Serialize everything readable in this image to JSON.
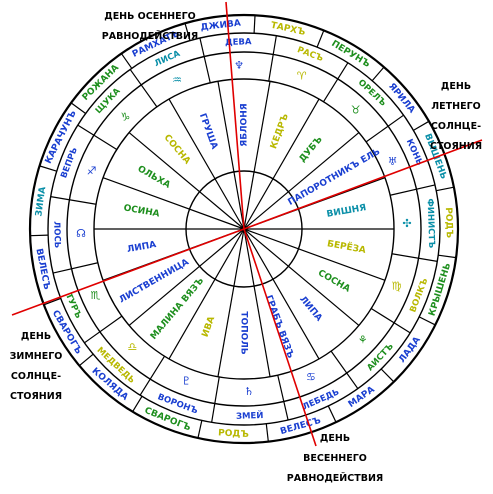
{
  "corner_labels": {
    "autumn": [
      "ДЕНЬ ОСЕННЕГО",
      "РАВНОДЕЙСТВИЯ"
    ],
    "summer": [
      "ДЕНЬ",
      "ЛЕТНЕГО",
      "СОЛНЦЕ-",
      "СТОЯНИЯ"
    ],
    "winter": [
      "ДЕНЬ",
      "ЗИМНЕГО",
      "СОЛНЦЕ-",
      "СТОЯНИЯ"
    ],
    "spring": [
      "ДЕНЬ",
      "ВЕСЕННЕГО",
      "РАВНОДЕЙСТВИЯ"
    ]
  },
  "outer_ring": [
    {
      "text": "ДЖИВА",
      "color": "#1a3fd1"
    },
    {
      "text": "ТАРХЪ",
      "color": "#b8b800"
    },
    {
      "text": "ПЕРУНЪ",
      "color": "#1e8f1e"
    },
    {
      "text": "ЯРИЛА",
      "color": "#1a3fd1"
    },
    {
      "text": "ВЫШЕНЬ",
      "color": "#0a8fa8"
    },
    {
      "text": "РОДЪ",
      "color": "#b8b800"
    },
    {
      "text": "КРЫШЕНЬ",
      "color": "#1e8f1e"
    },
    {
      "text": "ЛАДА",
      "color": "#1a3fd1"
    },
    {
      "text": "МАРА",
      "color": "#1a3fd1"
    },
    {
      "text": "ВЕЛЕСЪ",
      "color": "#1a3fd1"
    },
    {
      "text": "РОДЪ",
      "color": "#b8b800"
    },
    {
      "text": "СВАРОГЪ",
      "color": "#1e8f1e"
    },
    {
      "text": "КОЛЯДА",
      "color": "#1a3fd1"
    },
    {
      "text": "СВАРОГЪ",
      "color": "#1a3fd1"
    },
    {
      "text": "ВЕЛЕСЪ",
      "color": "#1a3fd1"
    },
    {
      "text": "ЗИМА",
      "color": "#0a8fa8"
    },
    {
      "text": "КАРАЧУНЪ",
      "color": "#1a3fd1"
    },
    {
      "text": "РОЖАНА",
      "color": "#1e8f1e"
    },
    {
      "text": "РАМХАТЪ",
      "color": "#1a3fd1"
    }
  ],
  "middle_ring": [
    {
      "text": "ДЕВА",
      "color": "#1a3fd1"
    },
    {
      "text": "РАСЪ",
      "color": "#b8b800"
    },
    {
      "text": "ОРЕЛЪ",
      "color": "#1e8f1e"
    },
    {
      "text": "КОНЬ",
      "color": "#1a3fd1"
    },
    {
      "text": "ФИНИСТЪ",
      "color": "#0a8fa8"
    },
    {
      "text": "ВОЛКЪ",
      "color": "#b8b800"
    },
    {
      "text": "АИСТЪ",
      "color": "#1e8f1e"
    },
    {
      "text": "ЛЕБЕДЬ",
      "color": "#1a3fd1"
    },
    {
      "text": "ЗМЕЙ",
      "color": "#1a3fd1"
    },
    {
      "text": "ВОРОНЪ",
      "color": "#1a3fd1"
    },
    {
      "text": "МЕДВЕДЬ",
      "color": "#b8b800"
    },
    {
      "text": "ТУРЪ",
      "color": "#1e8f1e"
    },
    {
      "text": "ЛОСЬ",
      "color": "#1a3fd1"
    },
    {
      "text": "ВЕПРЬ",
      "color": "#1a3fd1"
    },
    {
      "text": "ЩУКА",
      "color": "#1e8f1e"
    },
    {
      "text": "ЛИСА",
      "color": "#0a8fa8"
    }
  ],
  "inner_ring": [
    {
      "text": "ЯБЛОНЯ",
      "color": "#1a3fd1"
    },
    {
      "text": "КЕДРЪ",
      "color": "#b8b800"
    },
    {
      "text": "ДУБЪ",
      "color": "#1e8f1e"
    },
    {
      "text": "ПАПОРОТНИКЪ ЕЛЬ",
      "color": "#1a3fd1"
    },
    {
      "text": "ВИШНЯ",
      "color": "#0a8fa8"
    },
    {
      "text": "БЕРЁЗА",
      "color": "#b8b800"
    },
    {
      "text": "СОСНА",
      "color": "#1e8f1e"
    },
    {
      "text": "ЛИПА",
      "color": "#1a3fd1"
    },
    {
      "text": "ГРАБЪ ВЯЗЪ",
      "color": "#1a3fd1"
    },
    {
      "text": "ТОПОЛЬ",
      "color": "#1a3fd1"
    },
    {
      "text": "ИВА",
      "color": "#b8b800"
    },
    {
      "text": "МАЛИНА ВЯЗЪ",
      "color": "#1e8f1e"
    },
    {
      "text": "ЛИСТВЕННИЦА",
      "color": "#1a3fd1"
    },
    {
      "text": "ЛИПА",
      "color": "#1a3fd1"
    },
    {
      "text": "ОСИНА",
      "color": "#1e8f1e"
    },
    {
      "text": "ОЛЬХА",
      "color": "#1e8f1e"
    },
    {
      "text": "СОСНА",
      "color": "#b8b800"
    },
    {
      "text": "ГРУША",
      "color": "#1a3fd1"
    }
  ],
  "colors": {
    "stroke": "#000000",
    "axis": "#e00000"
  }
}
